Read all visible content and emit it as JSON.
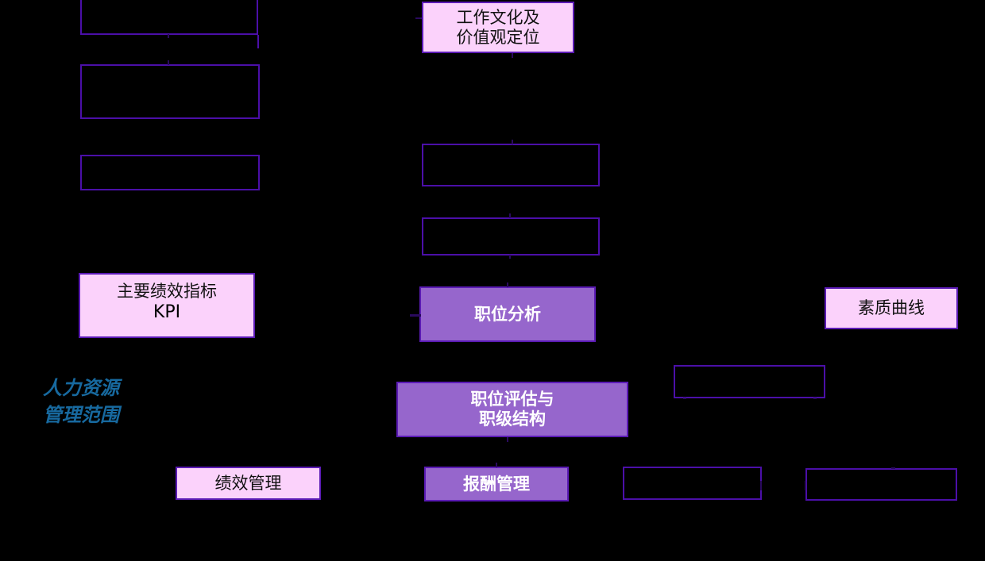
{
  "diagram": {
    "background_color": "#000000",
    "accent_outline": "#4B0FA8",
    "fill_pink": "#FBD2FB",
    "fill_purple": "#9666CC",
    "label_blue": "#17699F",
    "scope_label": "人力资源\n管理范围",
    "nodes": [
      {
        "id": "left-box-1",
        "label": "",
        "style": "outline"
      },
      {
        "id": "left-box-2",
        "label": "",
        "style": "outline"
      },
      {
        "id": "left-box-3",
        "label": "",
        "style": "outline"
      },
      {
        "id": "kpi",
        "label": "主要绩效指标",
        "sublabel": "KPI",
        "style": "pink"
      },
      {
        "id": "performance-mgmt",
        "label": "绩效管理",
        "style": "pink"
      },
      {
        "id": "work-culture",
        "label": "工作文化及\n价值观定位",
        "style": "pink"
      },
      {
        "id": "mid-box-1",
        "label": "",
        "style": "outline"
      },
      {
        "id": "mid-box-2",
        "label": "",
        "style": "outline"
      },
      {
        "id": "job-analysis",
        "label": "职位分析",
        "style": "purple"
      },
      {
        "id": "job-eval",
        "label": "职位评估与\n职级结构",
        "style": "purple"
      },
      {
        "id": "compensation-mgmt",
        "label": "报酬管理",
        "style": "purple"
      },
      {
        "id": "competency-curve",
        "label": "素质曲线",
        "style": "pink"
      },
      {
        "id": "right-box-1",
        "label": "",
        "style": "outline"
      },
      {
        "id": "right-box-2",
        "label": "",
        "style": "outline"
      },
      {
        "id": "right-box-3",
        "label": "",
        "style": "outline"
      }
    ]
  }
}
